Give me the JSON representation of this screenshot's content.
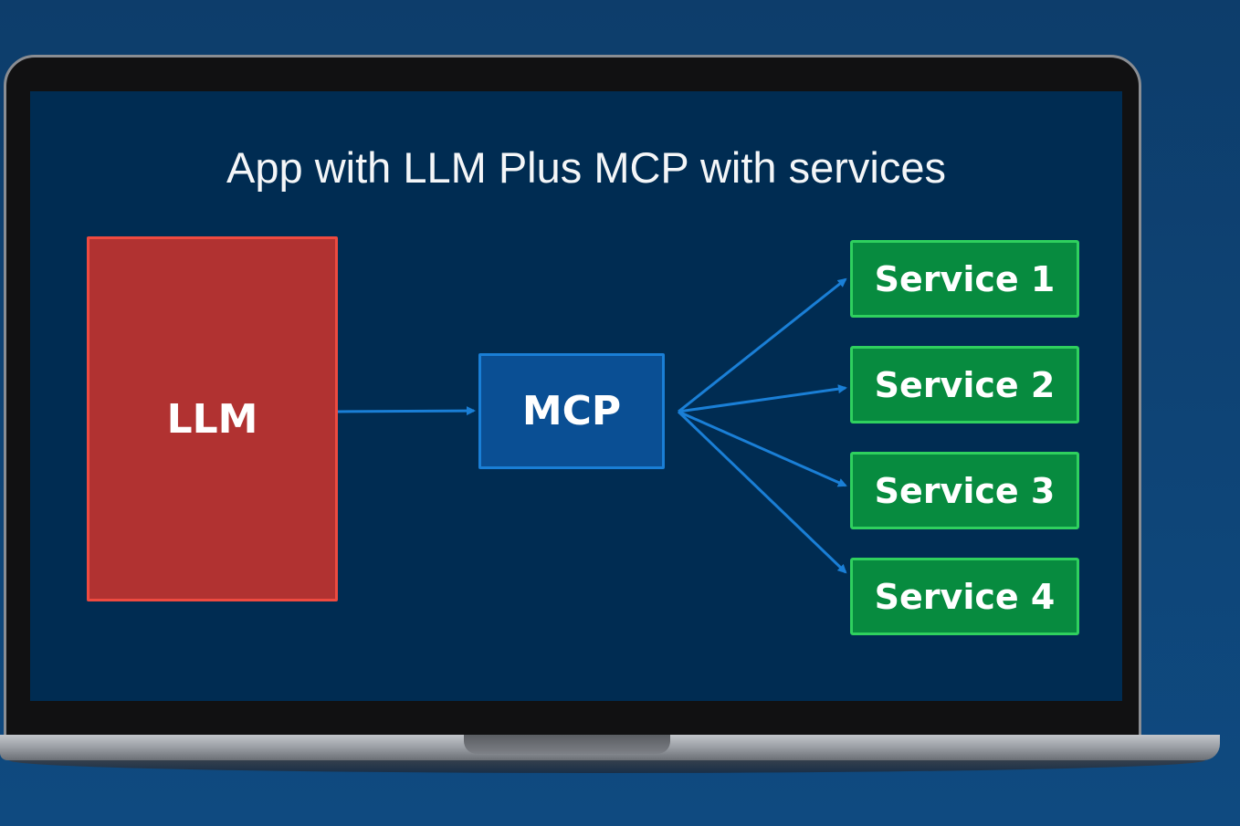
{
  "diagram": {
    "title": "App with LLM Plus MCP with services",
    "nodes": {
      "llm": "LLM",
      "mcp": "MCP",
      "services": [
        "Service 1",
        "Service 2",
        "Service 3",
        "Service 4"
      ]
    },
    "edges": [
      {
        "from": "LLM",
        "to": "MCP"
      },
      {
        "from": "MCP",
        "to": "Service 1"
      },
      {
        "from": "MCP",
        "to": "Service 2"
      },
      {
        "from": "MCP",
        "to": "Service 3"
      },
      {
        "from": "MCP",
        "to": "Service 4"
      }
    ]
  },
  "colors": {
    "background": "#0d3d6b",
    "screen": "#002c52",
    "llm_fill": "#b13231",
    "llm_border": "#ee4a40",
    "mcp_fill": "#0a4f94",
    "mcp_border": "#1a7fd6",
    "service_fill": "#078b3f",
    "service_border": "#2fd05e",
    "arrow": "#1a7fd6"
  }
}
